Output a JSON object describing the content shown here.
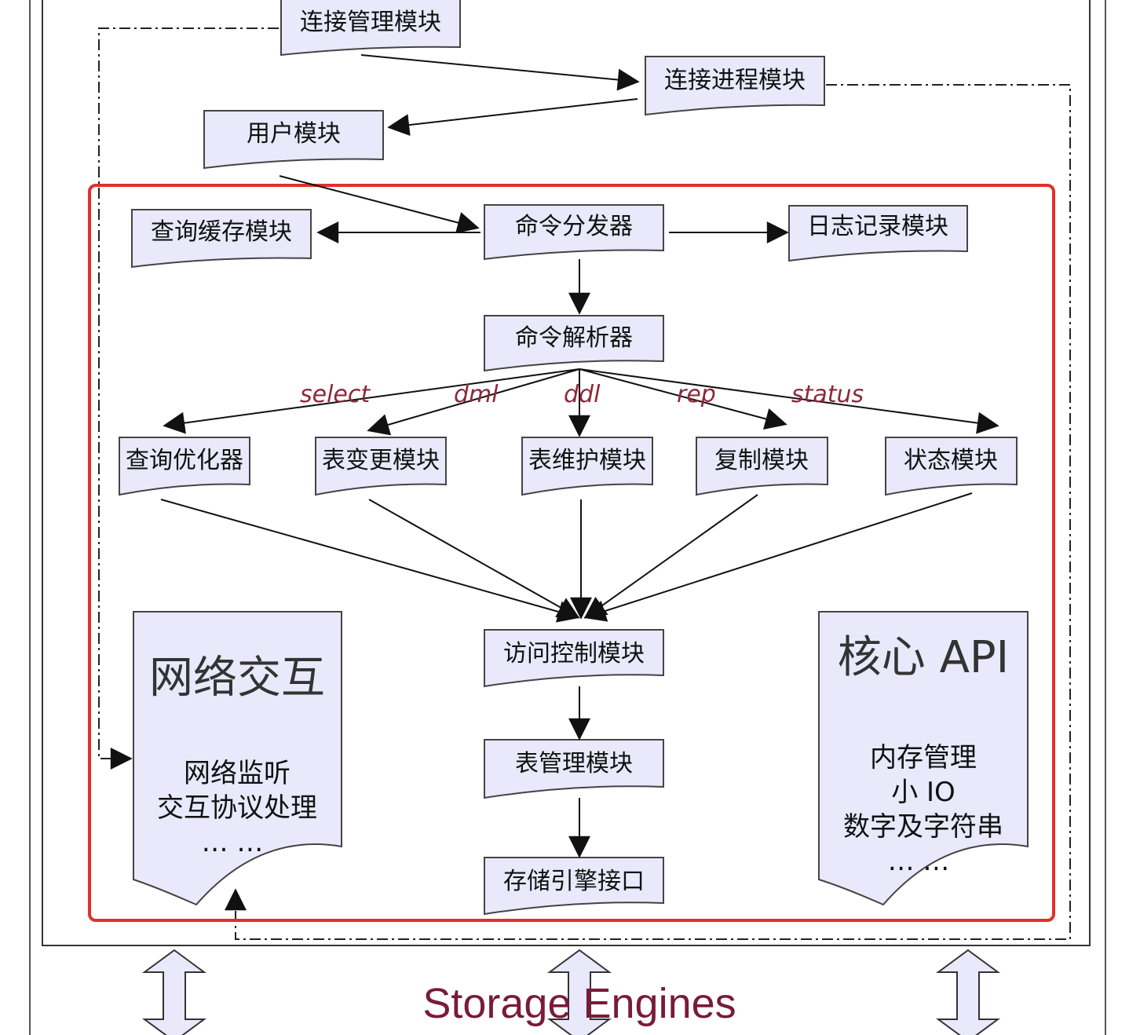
{
  "nodes": {
    "conn_mgr": "连接管理模块",
    "conn_proc": "连接进程模块",
    "user": "用户模块",
    "query_cache": "查询缓存模块",
    "cmd_dispatch": "命令分发器",
    "log": "日志记录模块",
    "cmd_parser": "命令解析器",
    "optimizer": "查询优化器",
    "table_change": "表变更模块",
    "table_maint": "表维护模块",
    "replication": "复制模块",
    "status": "状态模块",
    "access_ctrl": "访问控制模块",
    "table_mgr": "表管理模块",
    "storage_iface": "存储引擎接口"
  },
  "network": {
    "title": "网络交互",
    "line1": "网络监听",
    "line2": "交互协议处理",
    "line3": "… …"
  },
  "core_api": {
    "title": "核心 API",
    "line1": "内存管理",
    "line2": "小 IO",
    "line3": "数字及字符串",
    "line4": "… …"
  },
  "edge_labels": {
    "select": "select",
    "dml": "dml",
    "ddl": "ddl",
    "rep": "rep",
    "status": "status"
  },
  "footer": "Storage Engines",
  "colors": {
    "node_fill": "#e9e9fb",
    "node_stroke": "#444444",
    "highlight": "#e0302a",
    "edge_label": "#8b2a3a",
    "footer": "#7a1a3a"
  }
}
